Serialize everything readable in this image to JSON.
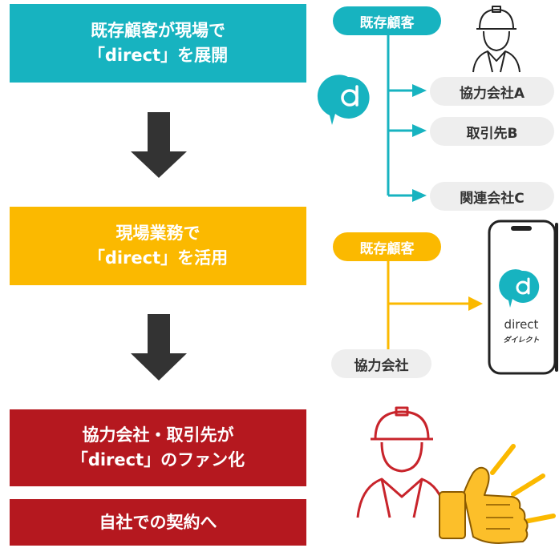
{
  "colors": {
    "teal": "#17b3c0",
    "orange": "#fbb900",
    "red": "#b5181f",
    "arrow": "#333333",
    "grey_pill": "#eeeeee",
    "icon_red": "#c8242b"
  },
  "steps": [
    {
      "line1": "既存顧客が現場で",
      "line2": "「direct」を展開"
    },
    {
      "line1": "現場業務で",
      "line2": "「direct」を活用"
    },
    {
      "line1": "協力会社・取引先が",
      "line2": "「direct」のファン化"
    },
    {
      "line1": "自社での契約へ"
    }
  ],
  "top_diagram": {
    "root": "既存顧客",
    "targets": [
      "協力会社A",
      "取引先B",
      "関連会社C"
    ],
    "icons": [
      "direct-logo-icon",
      "worker-helmet-icon"
    ]
  },
  "middle_diagram": {
    "root": "既存顧客",
    "partner": "協力会社",
    "phone_app_name": "direct",
    "phone_app_kana": "ダイレクト",
    "icons": [
      "smartphone-icon",
      "direct-logo-icon"
    ]
  },
  "bottom_diagram": {
    "icons": [
      "worker-helmet-icon",
      "thumbs-up-icon"
    ]
  }
}
